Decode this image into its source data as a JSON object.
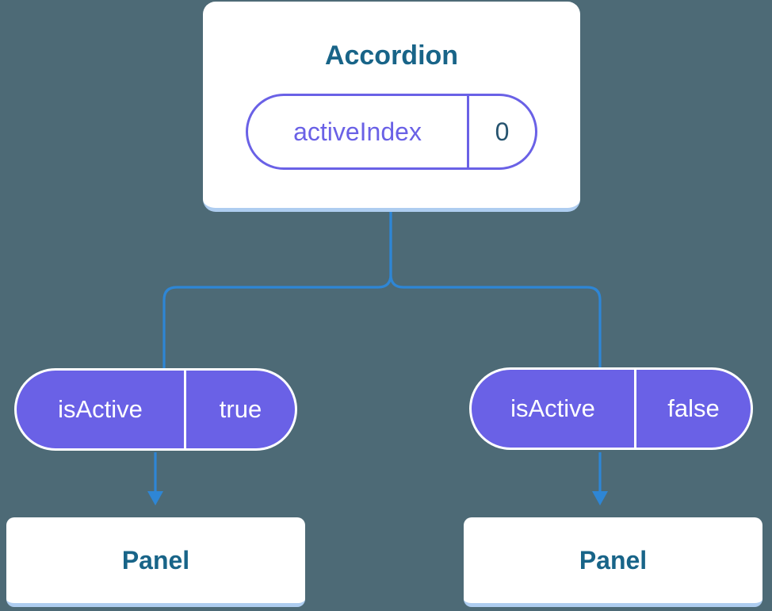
{
  "diagram": {
    "accordion": {
      "title": "Accordion",
      "state": {
        "name": "activeIndex",
        "value": "0"
      }
    },
    "props": [
      {
        "name": "isActive",
        "value": "true"
      },
      {
        "name": "isActive",
        "value": "false"
      }
    ],
    "panels": [
      {
        "title": "Panel"
      },
      {
        "title": "Panel"
      }
    ],
    "colors": {
      "background": "#4d6a76",
      "card": "#ffffff",
      "card_edge": "#aecdf0",
      "title_text": "#186488",
      "purple": "#6a61e6",
      "value_text": "#27546f",
      "connector": "#2e86d5",
      "prop_text": "#ffffff"
    }
  }
}
